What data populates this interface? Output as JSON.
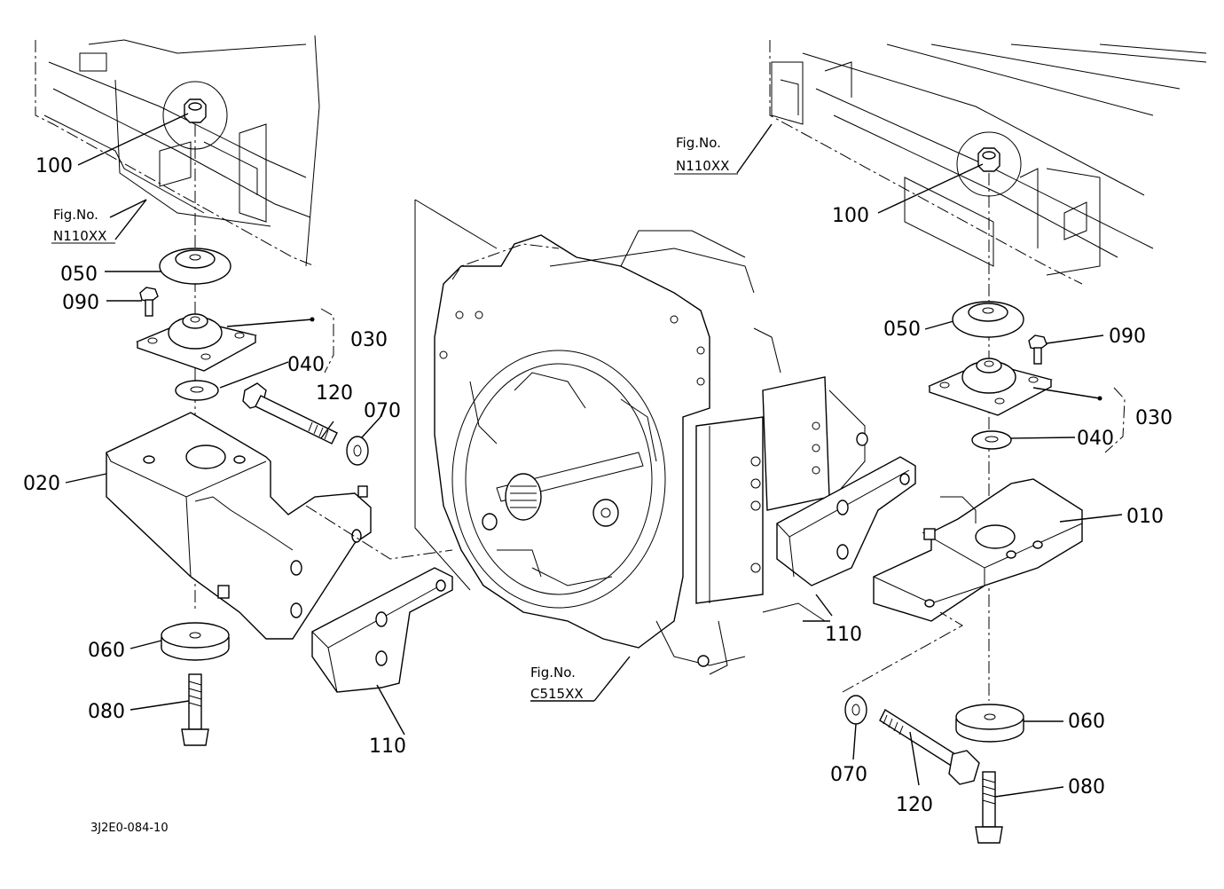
{
  "drawing_code": "3J2E0-084-10",
  "figure_refs": {
    "fig_label": "Fig.No.",
    "left_frame": "N110XX",
    "right_frame": "N110XX",
    "transmission": "C515XX"
  },
  "callouts": {
    "p010": "010",
    "p020": "020",
    "p030": "030",
    "p040": "040",
    "p050": "050",
    "p060": "060",
    "p070": "070",
    "p080": "080",
    "p090": "090",
    "p100": "100",
    "p110": "110",
    "p120": "120"
  }
}
